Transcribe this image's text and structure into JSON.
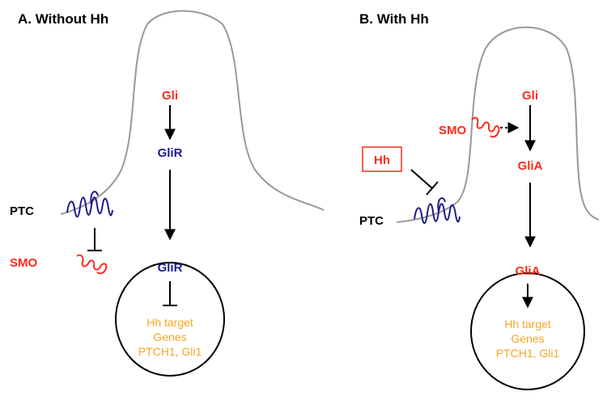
{
  "panels": {
    "a": {
      "title": "A. Without Hh",
      "ptc": "PTC",
      "smo": "SMO",
      "gli": "Gli",
      "glir_cyto": "GliR",
      "glir_nucleus": "GliR",
      "target_lines": [
        "Hh target",
        "Genes",
        "PTCH1, Gli1"
      ]
    },
    "b": {
      "title": "B. With Hh",
      "ptc": "PTC",
      "smo": "SMO",
      "hh": "Hh",
      "gli": "Gli",
      "glia_cyto": "GliA",
      "glia_nucleus": "GliA",
      "target_lines": [
        "Hh target",
        "Genes",
        "PTCH1, Gli1"
      ]
    }
  },
  "colors": {
    "red": "#ff2a1a",
    "blue": "#1c1c8c",
    "orange": "#f5a623",
    "membrane": "#999999",
    "black": "#000000"
  }
}
